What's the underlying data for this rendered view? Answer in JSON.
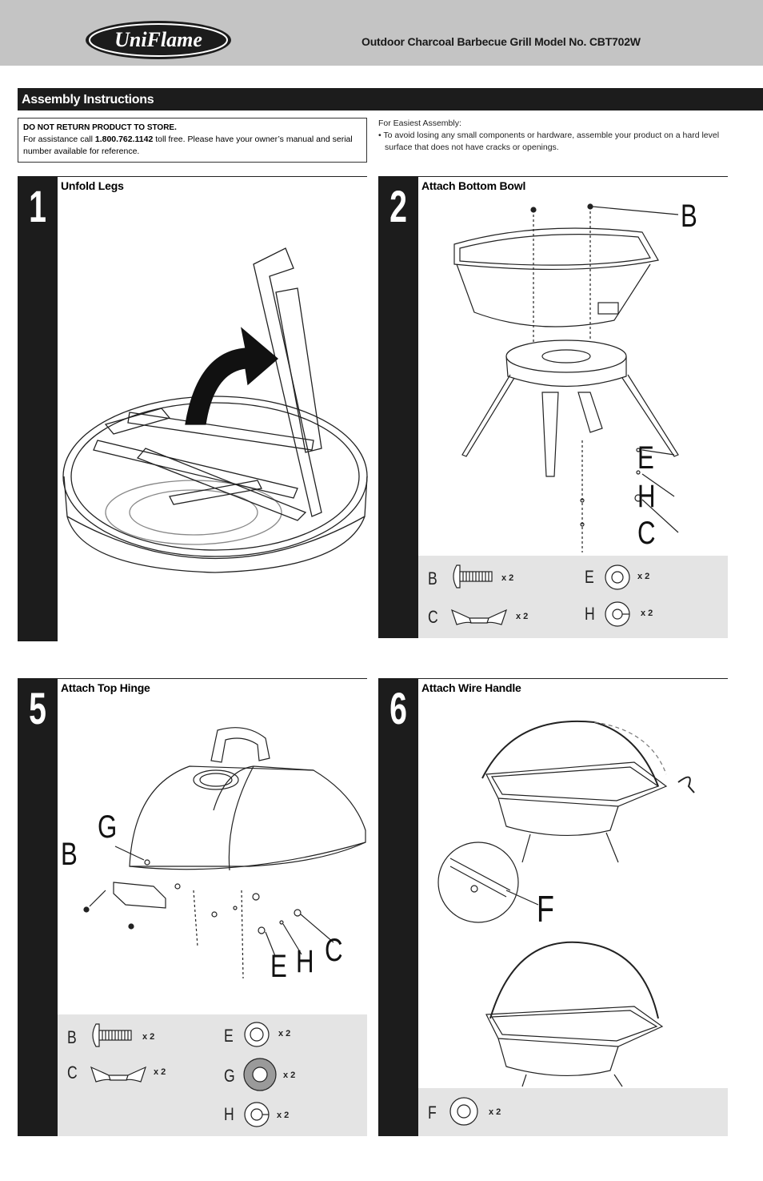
{
  "header": {
    "logo_text": "UniFlame",
    "title": "Outdoor Charcoal Barbecue Grill  Model No. CBT702W"
  },
  "section_title": "Assembly Instructions",
  "notice": {
    "title": "DO NOT RETURN PRODUCT TO STORE.",
    "text_before": "For assistance call ",
    "phone": "1.800.762.1142",
    "text_after": " toll free. Please have your owner’s manual and serial number available for reference."
  },
  "easiest": {
    "heading": "For Easiest Assembly:",
    "bullet": "• To avoid losing any small components or hardware, assemble your product on a hard level surface that does not have cracks or openings."
  },
  "steps": [
    {
      "number": "1",
      "title": "Unfold Legs"
    },
    {
      "number": "2",
      "title": "Attach Bottom Bowl",
      "callouts": [
        "B",
        "E",
        "H",
        "C"
      ],
      "parts": [
        {
          "label": "B",
          "qty": "x 2",
          "icon": "bolt-icon"
        },
        {
          "label": "E",
          "qty": "x 2",
          "icon": "washer-icon"
        },
        {
          "label": "C",
          "qty": "x 2",
          "icon": "wing-nut-icon"
        },
        {
          "label": "H",
          "qty": "x 2",
          "icon": "lock-washer-icon"
        }
      ]
    },
    {
      "number": "5",
      "title": "Attach Top Hinge",
      "callouts": [
        "G",
        "B",
        "E",
        "H",
        "C"
      ],
      "parts": [
        {
          "label": "B",
          "qty": "x 2",
          "icon": "bolt-icon"
        },
        {
          "label": "E",
          "qty": "x 2",
          "icon": "washer-icon"
        },
        {
          "label": "C",
          "qty": "x 2",
          "icon": "wing-nut-icon"
        },
        {
          "label": "G",
          "qty": "x 2",
          "icon": "large-washer-icon"
        },
        {
          "label": "H",
          "qty": "x 2",
          "icon": "lock-washer-icon"
        }
      ]
    },
    {
      "number": "6",
      "title": "Attach Wire Handle",
      "callouts": [
        "F"
      ],
      "parts": [
        {
          "label": "F",
          "qty": "x 2",
          "icon": "washer-icon"
        }
      ]
    }
  ]
}
